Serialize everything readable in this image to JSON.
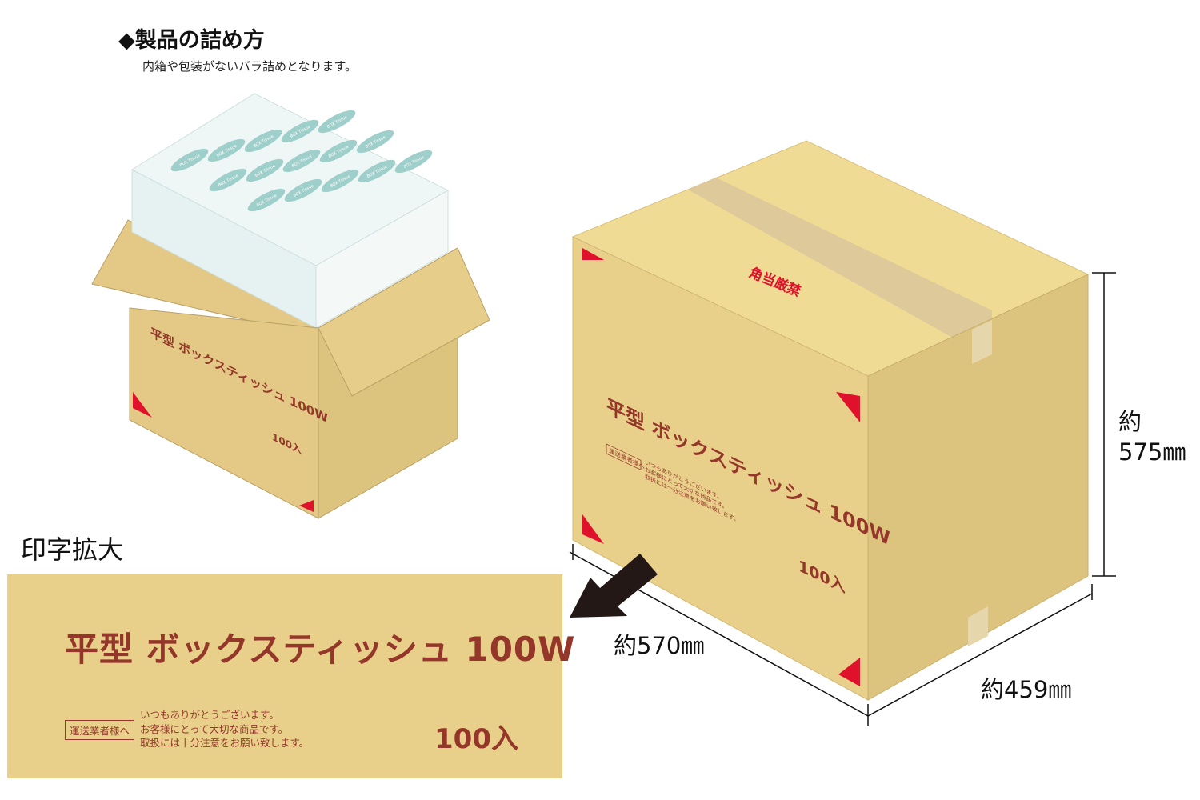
{
  "header": {
    "title": "◆製品の詰め方",
    "subtitle": "内箱や包装がないバラ詰めとなります。"
  },
  "print_enlarged": {
    "label": "印字拡大",
    "product_name": "平型 ボックスティッシュ 100W",
    "carrier_label": "運送業者様へ",
    "note_lines": [
      "いつもありがとうございます。",
      "お客様にとって大切な商品です。",
      "取扱には十分注意をお願い致します。"
    ],
    "count": "100入"
  },
  "carton": {
    "product_name": "平型 ボックスティッシュ 100W",
    "count": "100入",
    "carrier_label": "運送業者様へ",
    "stamp": "角当厳禁",
    "tissue_brand": "BOX Tissue"
  },
  "dimensions": {
    "height_prefix": "約",
    "height": "575㎜",
    "width": "約570㎜",
    "depth": "約459㎜"
  },
  "colors": {
    "carton_top": "#efdb93",
    "carton_front": "#e8cf8a",
    "carton_side": "#dcc47e",
    "print": "#94372a",
    "stamp": "#e0112b",
    "tape": "#dcc79b"
  }
}
